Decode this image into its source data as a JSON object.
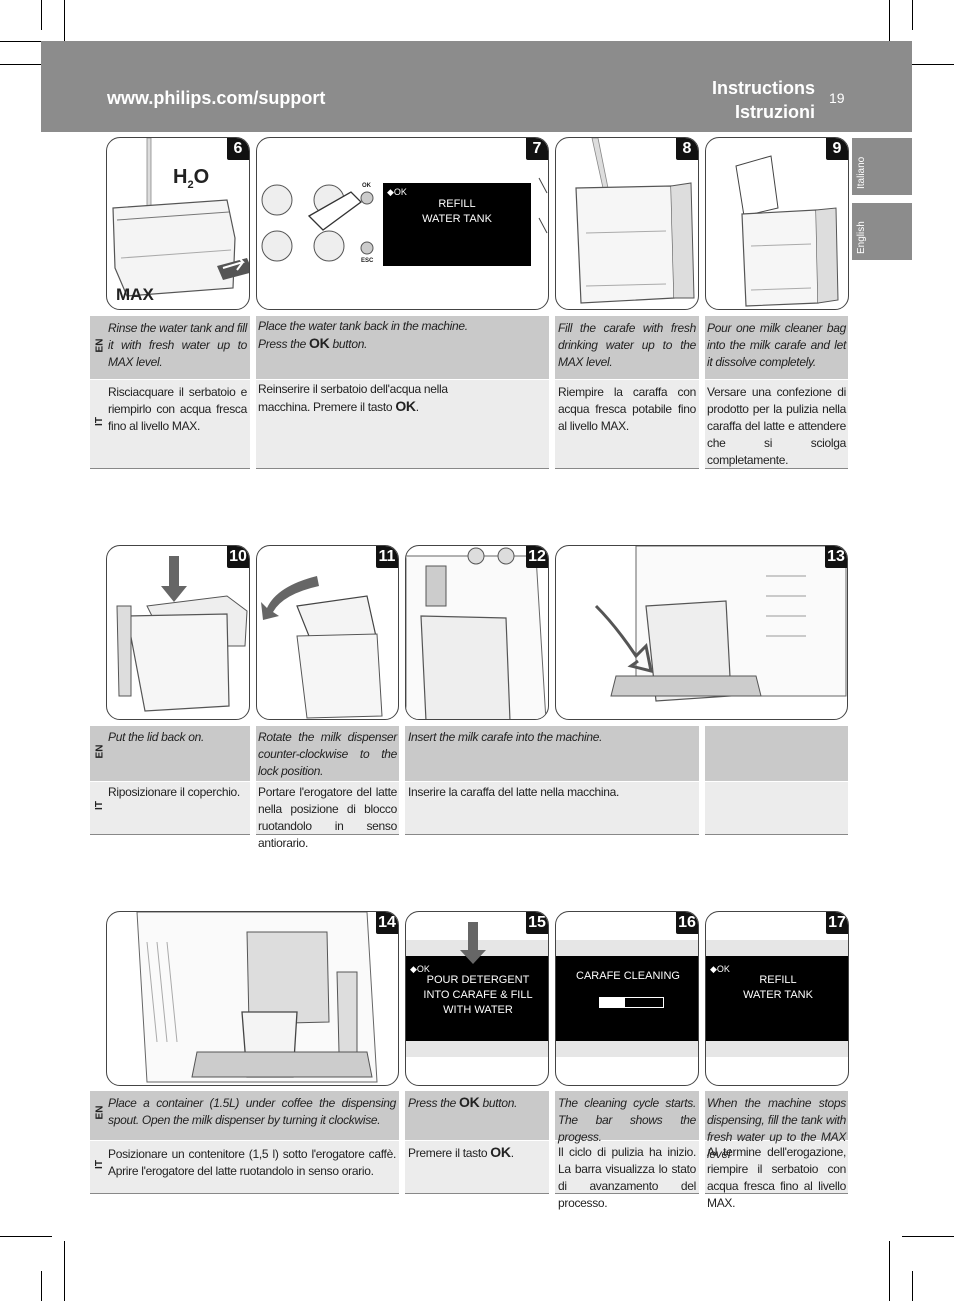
{
  "header": {
    "url": "www.philips.com/support",
    "title_en": "Instructions",
    "title_it": "Istruzioni",
    "page_number": "19"
  },
  "language_tabs": {
    "italiano": "Italiano",
    "english": "English"
  },
  "row1": {
    "steps": [
      "6",
      "7",
      "8",
      "9"
    ],
    "panel6": {
      "h2o": "H",
      "sub": "2",
      "o": "O",
      "max": "MAX"
    },
    "panel7": {
      "ok_label": "OK",
      "esc_label": "ESC",
      "screen_ok": "◆OK",
      "screen_line1": "REFILL",
      "screen_line2": "WATER TANK"
    },
    "en": [
      "Rinse the water tank and fill it with fresh water up to MAX level.",
      "Place the water tank back in the machine. Press the",
      "Fill the carafe with fresh drinking water up to the MAX level.",
      "Pour one milk cleaner bag into the milk carafe and let it dissolve completely."
    ],
    "en_7_suffix": "button.",
    "it": [
      "Risciacquare il serbatoio e riempirlo con acqua fresca fino al livello MAX.",
      "Reinserire il serbatoio dell'acqua nella macchina. Premere il tasto",
      "Riempire la caraffa con acqua fresca potabile fino al livello MAX.",
      "Versare una confezione di prodotto per la pulizia nella caraffa del latte e attendere che si sciolga completamente."
    ],
    "it_7_suffix": "."
  },
  "row2": {
    "steps": [
      "10",
      "11",
      "12",
      "13"
    ],
    "en": [
      "Put the lid back on.",
      "Rotate the milk dispenser counter-clockwise to the lock position.",
      "Insert the milk carafe into the machine.",
      ""
    ],
    "it": [
      "Riposizionare il coperchio.",
      "Portare l'erogatore del latte nella posizione di blocco ruotandolo in senso antiorario.",
      "Inserire la caraffa del latte nella macchina.",
      ""
    ]
  },
  "row3": {
    "steps": [
      "14",
      "15",
      "16",
      "17"
    ],
    "screen15": {
      "ok": "◆OK",
      "line1": "POUR DETERGENT",
      "line2": "INTO CARAFE & FILL",
      "line3": "WITH WATER"
    },
    "screen16": {
      "line1": "CARAFE CLEANING",
      "progress": 0.4
    },
    "screen17": {
      "ok": "◆OK",
      "line1": "REFILL",
      "line2": "WATER TANK"
    },
    "en": [
      "Place a container (1.5L) under coffee the dispensing spout. Open the milk dispenser by turning it clockwise.",
      "Press the",
      "The cleaning cycle starts. The bar shows the progess.",
      "When the machine stops dispensing, fill the tank with fresh water up to the MAX level"
    ],
    "en_15_suffix": "button.",
    "it": [
      "Posizionare un contenitore (1,5 l) sotto l'erogatore caffè. Aprire l'erogatore del latte ruotandolo in senso orario.",
      "Premere il tasto",
      "Il ciclo di pulizia ha inizio. La barra visualizza lo stato di avanzamento del processo.",
      "Al termine dell'erogazione, riempire il serbatoio con acqua fresca fino al livello MAX."
    ],
    "it_15_suffix": "."
  },
  "lang_labels": {
    "en": "EN",
    "it": "IT"
  },
  "ok_symbol": "OK"
}
